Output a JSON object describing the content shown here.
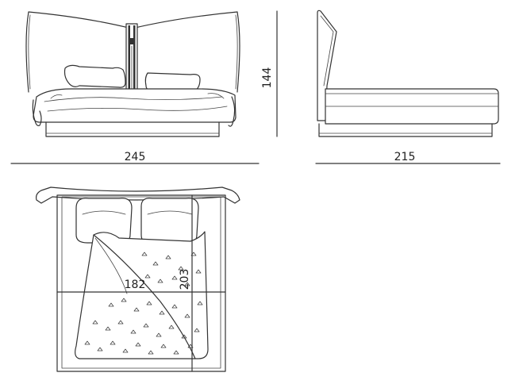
{
  "dimensions": {
    "front_width": "245",
    "front_height": "144",
    "side_depth": "215",
    "plan_width": "182",
    "plan_length": "203"
  },
  "colors": {
    "line": "#333333",
    "background": "#ffffff"
  }
}
